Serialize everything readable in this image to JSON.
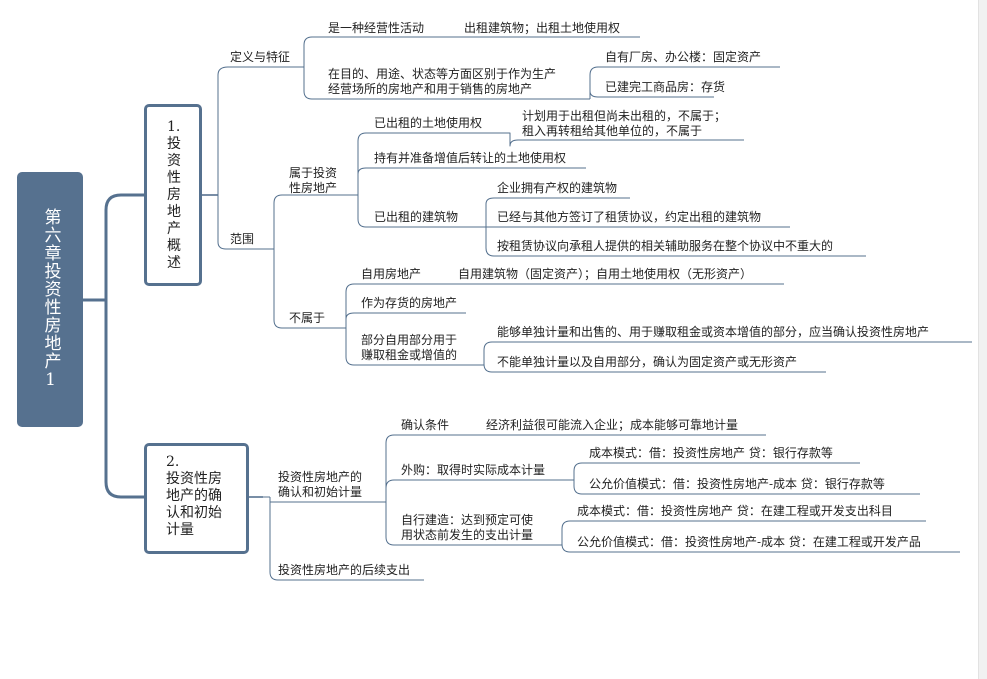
{
  "root": {
    "label": "第六章投资性房地产1"
  },
  "sections": [
    {
      "number": "1.",
      "title": "投资性房地产概述",
      "definition": {
        "label": "定义与特征",
        "economic_activity": {
          "label": "是一种经营性活动",
          "detail": "出租建筑物；出租土地使用权"
        },
        "distinction": {
          "line1": "在目的、用途、状态等方面区别于作为生产",
          "line2": "经营场所的房地产和用于销售的房地产",
          "items": [
            "自有厂房、办公楼：固定资产",
            "已建完工商品房：存货"
          ]
        }
      },
      "scope": {
        "label": "范围",
        "belongs": {
          "line1": "属于投资",
          "line2": "性房地产",
          "leased_land": {
            "label": "已出租的土地使用权",
            "note_line1": "计划用于出租但尚未出租的，不属于；",
            "note_line2": "租入再转租给其他单位的，不属于"
          },
          "held_land": "持有并准备增值后转让的土地使用权",
          "leased_buildings": {
            "label": "已出租的建筑物",
            "items": [
              "企业拥有产权的建筑物",
              "已经与其他方签订了租赁协议，约定出租的建筑物",
              "按租赁协议向承租人提供的相关辅助服务在整个协议中不重大的"
            ]
          }
        },
        "not_belongs": {
          "label": "不属于",
          "self_use": {
            "label": "自用房地产",
            "detail": "自用建筑物（固定资产）；自用土地使用权（无形资产）"
          },
          "inventory": "作为存货的房地产",
          "partial": {
            "line1": "部分自用部分用于",
            "line2": "赚取租金或增值的",
            "items": [
              "能够单独计量和出售的、用于赚取租金或资本增值的部分，应当确认投资性房地产",
              "不能单独计量以及自用部分，确认为固定资产或无形资产"
            ]
          }
        }
      }
    },
    {
      "number": "2.",
      "title_lines": [
        "投资性房",
        "地产的确",
        "认和初始",
        "计量"
      ],
      "recognition": {
        "line1": "投资性房地产的",
        "line2": "确认和初始计量",
        "conditions": {
          "label": "确认条件",
          "detail": "经济利益很可能流入企业；成本能够可靠地计量"
        },
        "purchase": {
          "label": "外购：取得时实际成本计量",
          "items": [
            "成本模式：借：投资性房地产  贷：银行存款等",
            "公允价值模式：借：投资性房地产-成本  贷：银行存款等"
          ]
        },
        "self_built": {
          "line1": "自行建造：达到预定可使",
          "line2": "用状态前发生的支出计量",
          "items": [
            "成本模式：借：投资性房地产  贷：在建工程或开发支出科目",
            "公允价值模式：借：投资性房地产-成本  贷：在建工程或开发产品"
          ]
        }
      },
      "subsequent": "投资性房地产的后续支出"
    }
  ]
}
